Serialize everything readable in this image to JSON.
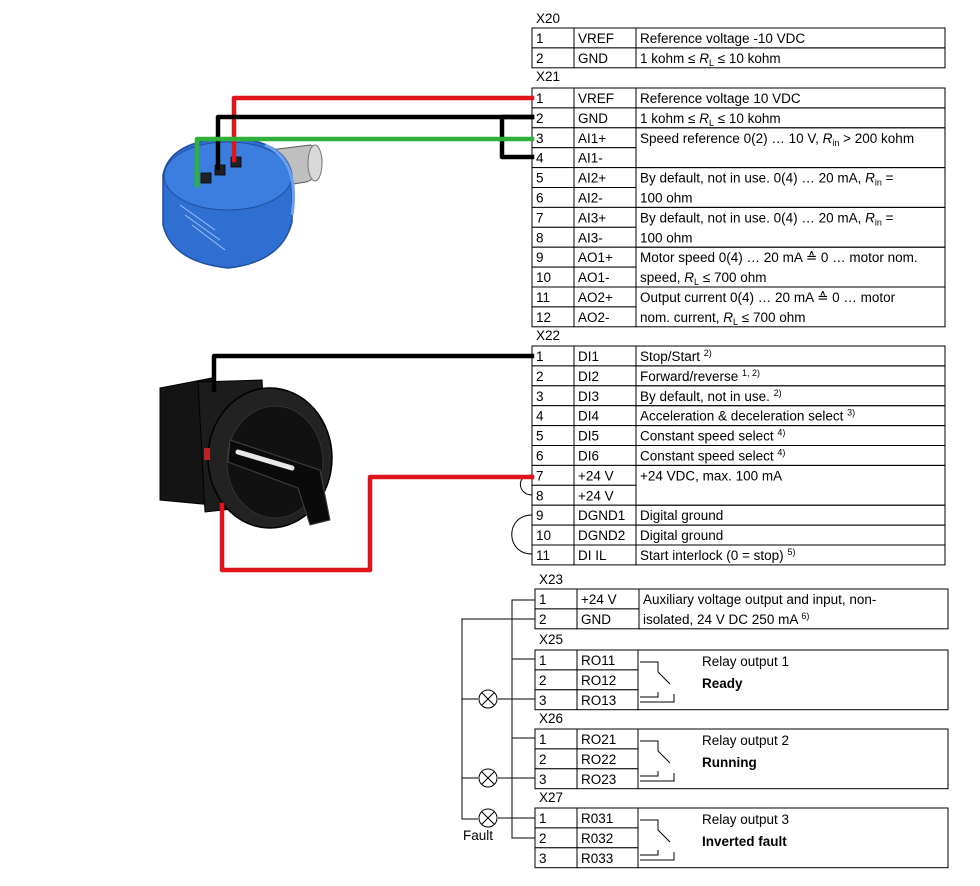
{
  "colors": {
    "wire_red": "#e0141c",
    "wire_black": "#000000",
    "wire_green": "#2fb03a",
    "potentiometer_blue": "#2f6fd1",
    "switch_body": "#1c1c1c"
  },
  "icons": {
    "potentiometer": "potentiometer-photo",
    "selector_switch": "selector-switch-photo",
    "lamp": "lamp-symbol"
  },
  "blocks": [
    {
      "id": "x20",
      "title": "X20",
      "rows": [
        {
          "pin": "1",
          "name": "VREF",
          "desc": [
            {
              "t": "Reference voltage -10 VDC"
            }
          ]
        },
        {
          "pin": "2",
          "name": "GND",
          "desc": [
            {
              "t": "1 kohm ≤ "
            },
            {
              "t": "R",
              "i": true
            },
            {
              "t": "L",
              "sub": true
            },
            {
              "t": " ≤ 10 kohm"
            }
          ]
        }
      ]
    },
    {
      "id": "x21",
      "title": "X21",
      "rows": [
        {
          "pin": "1",
          "name": "VREF",
          "desc": [
            {
              "t": "Reference voltage 10 VDC"
            }
          ]
        },
        {
          "pin": "2",
          "name": "GND",
          "desc": [
            {
              "t": "1 kohm ≤ "
            },
            {
              "t": "R",
              "i": true
            },
            {
              "t": "L",
              "sub": true
            },
            {
              "t": " ≤ 10 kohm"
            }
          ]
        },
        {
          "pin": "3",
          "name": "AI1+",
          "desc": [
            {
              "t": "Speed reference 0(2) … 10 V, "
            },
            {
              "t": "R",
              "i": true
            },
            {
              "t": "in",
              "sub": true
            },
            {
              "t": " > 200 kohm"
            }
          ]
        },
        {
          "pin": "4",
          "name": "AI1-",
          "desc": []
        },
        {
          "pin": "5",
          "name": "AI2+",
          "desc": [
            {
              "t": "By default, not in use. 0(4) … 20 mA, "
            },
            {
              "t": "R",
              "i": true
            },
            {
              "t": "in",
              "sub": true
            },
            {
              "t": " ="
            }
          ]
        },
        {
          "pin": "6",
          "name": "AI2-",
          "desc": [
            {
              "t": "100 ohm"
            }
          ]
        },
        {
          "pin": "7",
          "name": "AI3+",
          "desc": [
            {
              "t": "By default, not in use. 0(4) … 20 mA, "
            },
            {
              "t": "R",
              "i": true
            },
            {
              "t": "in",
              "sub": true
            },
            {
              "t": " ="
            }
          ]
        },
        {
          "pin": "8",
          "name": "AI3-",
          "desc": [
            {
              "t": "100 ohm"
            }
          ]
        },
        {
          "pin": "9",
          "name": "AO1+",
          "desc": [
            {
              "t": "Motor speed 0(4) … 20 mA ≙ 0 … motor nom."
            }
          ]
        },
        {
          "pin": "10",
          "name": "AO1-",
          "desc": [
            {
              "t": "speed, "
            },
            {
              "t": "R",
              "i": true
            },
            {
              "t": "L",
              "sub": true
            },
            {
              "t": " ≤ 700 ohm"
            }
          ]
        },
        {
          "pin": "11",
          "name": "AO2+",
          "desc": [
            {
              "t": "Output current 0(4) … 20 mA ≙ 0 … motor"
            }
          ]
        },
        {
          "pin": "12",
          "name": "AO2-",
          "desc": [
            {
              "t": "nom. current, "
            },
            {
              "t": "R",
              "i": true
            },
            {
              "t": "L",
              "sub": true
            },
            {
              "t": " ≤ 700 ohm"
            }
          ]
        }
      ]
    },
    {
      "id": "x22",
      "title": "X22",
      "rows": [
        {
          "pin": "1",
          "name": "DI1",
          "desc": [
            {
              "t": "Stop/Start "
            },
            {
              "t": "2)",
              "sup": true
            }
          ]
        },
        {
          "pin": "2",
          "name": "DI2",
          "desc": [
            {
              "t": "Forward/reverse "
            },
            {
              "t": "1, 2)",
              "sup": true
            }
          ]
        },
        {
          "pin": "3",
          "name": "DI3",
          "desc": [
            {
              "t": "By default, not in use. "
            },
            {
              "t": "2)",
              "sup": true
            }
          ]
        },
        {
          "pin": "4",
          "name": "DI4",
          "desc": [
            {
              "t": "Acceleration & deceleration select "
            },
            {
              "t": "3)",
              "sup": true
            }
          ]
        },
        {
          "pin": "5",
          "name": "DI5",
          "desc": [
            {
              "t": "Constant speed select "
            },
            {
              "t": "4)",
              "sup": true
            }
          ]
        },
        {
          "pin": "6",
          "name": "DI6",
          "desc": [
            {
              "t": "Constant speed select "
            },
            {
              "t": "4)",
              "sup": true
            }
          ]
        },
        {
          "pin": "7",
          "name": "+24 V",
          "desc": [
            {
              "t": "+24 VDC, max. 100 mA"
            }
          ]
        },
        {
          "pin": "8",
          "name": "+24 V",
          "desc": []
        },
        {
          "pin": "9",
          "name": "DGND1",
          "desc": [
            {
              "t": "Digital ground"
            }
          ]
        },
        {
          "pin": "10",
          "name": "DGND2",
          "desc": [
            {
              "t": "Digital ground"
            }
          ]
        },
        {
          "pin": "11",
          "name": "DI IL",
          "desc": [
            {
              "t": "Start interlock (0 = stop) "
            },
            {
              "t": "5)",
              "sup": true
            }
          ]
        }
      ]
    },
    {
      "id": "x23",
      "title": "X23",
      "rows": [
        {
          "pin": "1",
          "name": "+24 V",
          "desc": [
            {
              "t": "Auxiliary voltage output and input, non-"
            }
          ]
        },
        {
          "pin": "2",
          "name": "GND",
          "desc": [
            {
              "t": "isolated, 24 V DC 250 mA "
            },
            {
              "t": "6)",
              "sup": true
            }
          ]
        }
      ]
    }
  ],
  "relays": [
    {
      "id": "x25",
      "title": "X25",
      "pins": [
        "1",
        "2",
        "3"
      ],
      "names": [
        "RO11",
        "RO12",
        "RO13"
      ],
      "label": "Relay output 1",
      "state": "Ready"
    },
    {
      "id": "x26",
      "title": "X26",
      "pins": [
        "1",
        "2",
        "3"
      ],
      "names": [
        "RO21",
        "RO22",
        "RO23"
      ],
      "label": "Relay output 2",
      "state": "Running"
    },
    {
      "id": "x27",
      "title": "X27",
      "pins": [
        "1",
        "2",
        "3"
      ],
      "names": [
        "R031",
        "R032",
        "R033"
      ],
      "label": "Relay output 3",
      "state": "Inverted fault"
    }
  ],
  "fault_label": "Fault"
}
